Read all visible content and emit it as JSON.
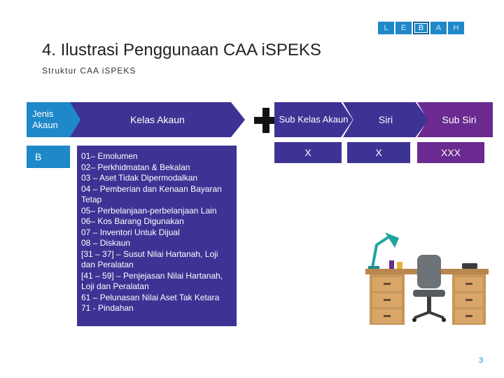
{
  "nav": {
    "items": [
      "L",
      "E",
      "B",
      "A",
      "H"
    ],
    "active": "B"
  },
  "header": {
    "title": "4. Ilustrasi Penggunaan CAA iSPEKS",
    "subtitle": "Struktur CAA iSPEKS"
  },
  "flow": {
    "jenis_akaun": {
      "label": "Jenis Akaun",
      "value": "B"
    },
    "kelas_akaun": {
      "label": "Kelas Akaun",
      "items": [
        "01– Emolumen",
        "02– Perkhidmatan & Bekalan",
        "03 – Aset Tidak Dipermodalkan",
        "04 – Pemberian dan Kenaan Bayaran Tetap",
        "05– Perbelanjaan-perbelanjaan Lain",
        "06– Kos Barang Digunakan",
        "07 – Inventori Untuk Dijual",
        "08 – Diskaun",
        "[31 – 37] – Susut Nilai Hartanah, Loji dan Peralatan",
        "[41 – 59] – Penjejasan Nilai Hartanah, Loji dan Peralatan",
        "61 – Pelunasan Nilai Aset Tak Ketara",
        "71 - Pindahan"
      ]
    },
    "sub_kelas_akaun": {
      "label": "Sub Kelas Akaun",
      "value": "X"
    },
    "siri": {
      "label": "Siri",
      "value": "X"
    },
    "sub_siri": {
      "label": "Sub Siri",
      "value": "XXX"
    }
  },
  "plus_icon": "plus-icon",
  "illustration": "office-desk-illustration",
  "page": {
    "number": "3"
  },
  "colors": {
    "blue": "#1e88c8",
    "indigo": "#3d3394",
    "purple": "#6a2a8f"
  }
}
